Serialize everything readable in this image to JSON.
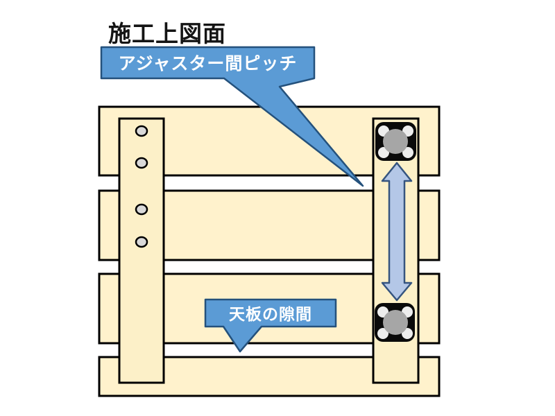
{
  "title": "施工上図面",
  "callouts": {
    "adjuster_pitch": "アジャスター間ピッチ",
    "top_board_gap": "天板の隙間"
  },
  "diagram": {
    "planks": 4,
    "posts": 2,
    "post_holes": 4,
    "adjuster_plates": 2,
    "pitch_arrow": "double-headed vertical arrow between the two adjuster plates"
  },
  "colors": {
    "background": "#FFFFFF",
    "outline": "#000000",
    "plank_fill": "#FFF2CC",
    "post_fill": "#FCF0C8",
    "hole_fill": "#D9D9D9",
    "plate_fill": "#0A0A0A",
    "plate_center": "#A6A6A6",
    "plate_dot": "#EDEDED",
    "arrow_fill": "#B4C7E7",
    "arrow_border": "#35547F",
    "callout_fill": "#5B9BD5",
    "callout_border": "#24517C",
    "callout_text": "#FFFFFF",
    "title_text": "#141414"
  }
}
